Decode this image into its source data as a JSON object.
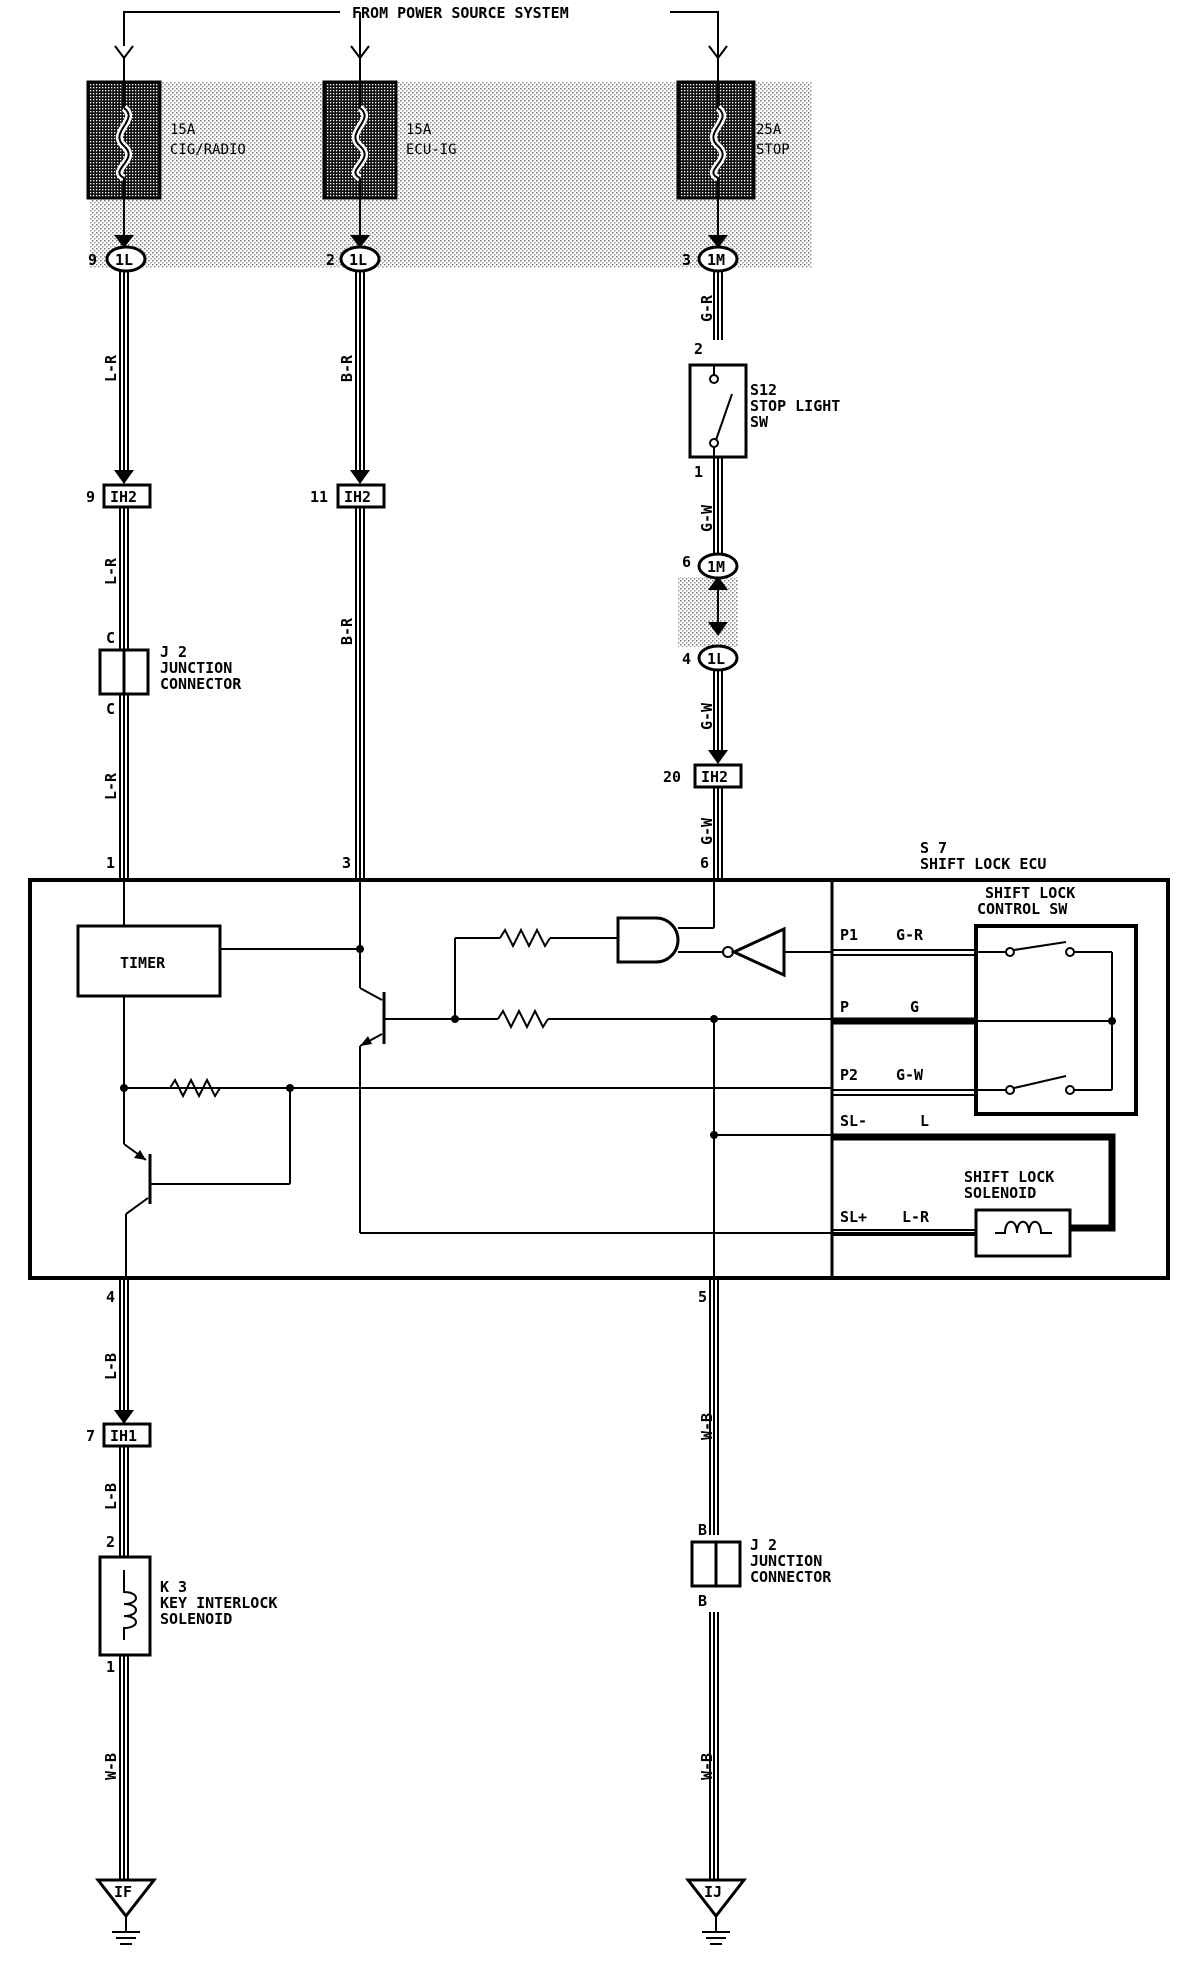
{
  "header": "FROM POWER SOURCE SYSTEM",
  "fuses": [
    {
      "amp": "15A",
      "name": "CIG/RADIO",
      "pin": "9",
      "conn": "1L"
    },
    {
      "amp": "15A",
      "name": "ECU-IG",
      "pin": "2",
      "conn": "1L"
    },
    {
      "amp": "25A",
      "name": "STOP",
      "pin": "3",
      "conn": "1M"
    }
  ],
  "stop_switch": {
    "id": "S12",
    "name1": "STOP LIGHT",
    "name2": "SW",
    "pin_top": "2",
    "pin_bottom": "1"
  },
  "junction_top": {
    "id": "J 2",
    "name1": "JUNCTION",
    "name2": "CONNECTOR",
    "pin": "C"
  },
  "junction_bottom": {
    "id": "J 2",
    "name1": "JUNCTION",
    "name2": "CONNECTOR",
    "pin": "B"
  },
  "connectors": {
    "ih2_1": {
      "pin": "9",
      "name": "IH2"
    },
    "ih2_2": {
      "pin": "11",
      "name": "IH2"
    },
    "ih2_3": {
      "pin": "20",
      "name": "IH2"
    },
    "m6": {
      "pin": "6",
      "name": "1M"
    },
    "l4": {
      "pin": "4",
      "name": "1L"
    },
    "ih1": {
      "pin": "7",
      "name": "IH1"
    }
  },
  "wires": {
    "lr": "L-R",
    "br": "B-R",
    "gr": "G-R",
    "gw": "G-W",
    "lb": "L-B",
    "wb": "W-B",
    "g": "G",
    "l": "L"
  },
  "ecu": {
    "id": "S 7",
    "name": "SHIFT LOCK ECU",
    "timer": "TIMER",
    "pins": {
      "p1": "1",
      "p3": "3",
      "p6": "6",
      "p4": "4",
      "p5": "5"
    },
    "control_sw": {
      "name1": "SHIFT LOCK",
      "name2": "CONTROL SW"
    },
    "solenoid": {
      "name1": "SHIFT LOCK",
      "name2": "SOLENOID"
    },
    "terminals": {
      "p1": "P1",
      "p": "P",
      "p2": "P2",
      "slm": "SL-",
      "slp": "SL+"
    }
  },
  "key_solenoid": {
    "id": "K 3",
    "name1": "KEY INTERLOCK",
    "name2": "SOLENOID",
    "pin_top": "2",
    "pin_bottom": "1"
  },
  "grounds": {
    "left": "IF",
    "right": "IJ"
  }
}
